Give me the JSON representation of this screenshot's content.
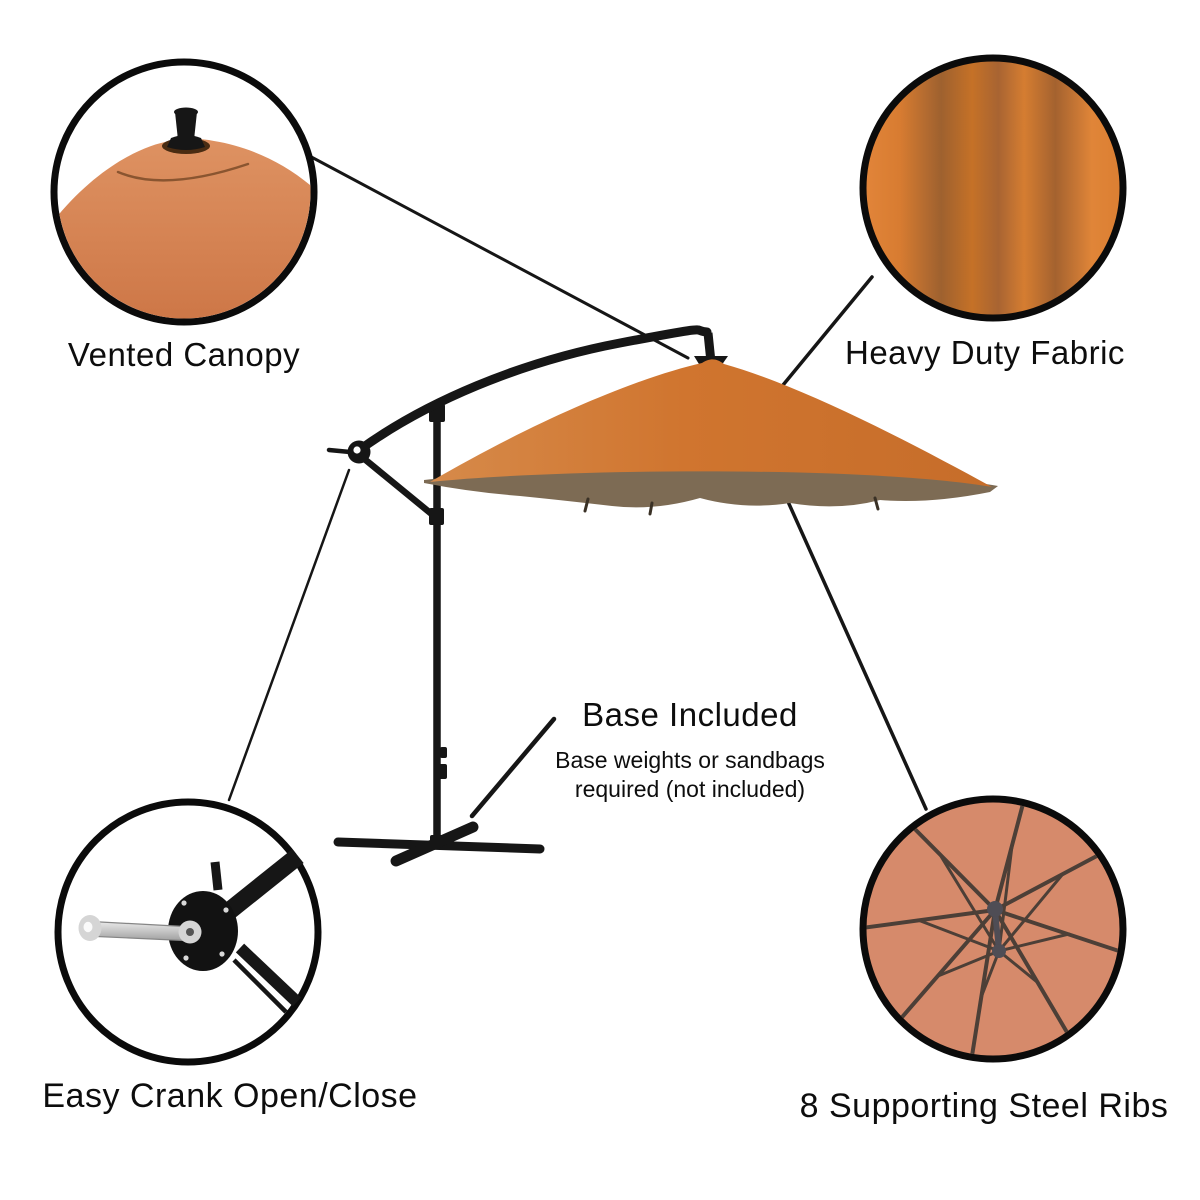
{
  "callouts": {
    "vented_canopy": {
      "label": "Vented Canopy"
    },
    "heavy_duty_fabric": {
      "label": "Heavy Duty Fabric"
    },
    "easy_crank": {
      "label": "Easy Crank Open/Close"
    },
    "steel_ribs": {
      "label": "8 Supporting Steel Ribs"
    }
  },
  "base_note": {
    "title": "Base Included",
    "line1": "Base weights or sandbags",
    "line2": "required (not included)"
  },
  "colors": {
    "background": "#ffffff",
    "outline": "#0b0b0b",
    "leader_line": "#161616",
    "frame_black": "#161616",
    "canopy_grad": [
      "#d68a4a",
      "#d0752f",
      "#c66d2a"
    ],
    "canopy_underside": "#7d6b54",
    "underside_tick": "#3a3126",
    "dome_grad": [
      "#de9262",
      "#cd7646"
    ],
    "vent_shadow": "#4a2c12",
    "vent_seam": "#8a5530",
    "fabric_stops": [
      "#e2853a",
      "#d87c31",
      "#9e612f",
      "#c57127",
      "#a86432",
      "#d57d31",
      "#a4622f",
      "#e08538",
      "#db7e32"
    ],
    "ribs_canvas": "#d68a6b",
    "rib_line": "#4c3f37",
    "hub_gray": "#4f4d55",
    "metal_grad": [
      "#ececec",
      "#9f9f9f"
    ],
    "metal_light": "#d5d5d5",
    "metal_edge": "#868686",
    "knob_hole": "#fafafa",
    "hub_dot": "#555555",
    "screw": "#d9d9d9"
  }
}
